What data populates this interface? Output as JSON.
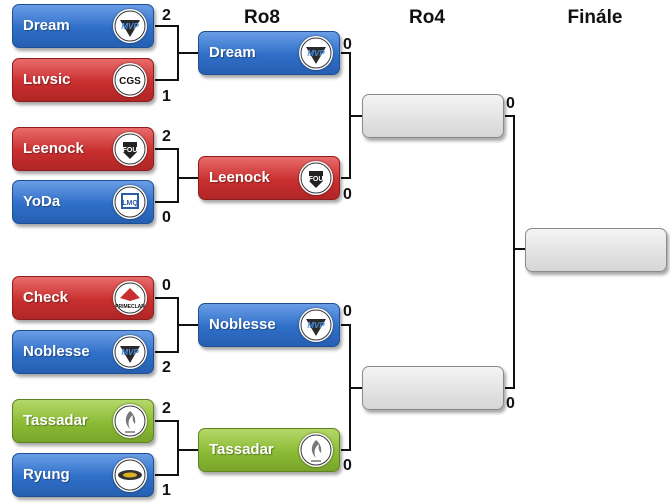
{
  "rounds": {
    "ro8": "Ro8",
    "ro4": "Ro4",
    "final": "Finále"
  },
  "ro16": [
    {
      "name": "Dream",
      "score": "2",
      "team": "MVP",
      "color": "blue"
    },
    {
      "name": "Luvsic",
      "score": "1",
      "team": "CGS",
      "color": "red"
    },
    {
      "name": "Leenock",
      "score": "2",
      "team": "FOU",
      "color": "red"
    },
    {
      "name": "YoDa",
      "score": "0",
      "team": "LMQ",
      "color": "blue"
    },
    {
      "name": "Check",
      "score": "0",
      "team": "PRIMECLAN",
      "color": "red"
    },
    {
      "name": "Noblesse",
      "score": "2",
      "team": "MVP",
      "color": "blue"
    },
    {
      "name": "Tassadar",
      "score": "2",
      "team": "STARTALE",
      "color": "green"
    },
    {
      "name": "Ryung",
      "score": "1",
      "team": "SLAYERS",
      "color": "blue"
    }
  ],
  "ro8": [
    {
      "name": "Dream",
      "score": "0",
      "team": "MVP",
      "color": "blue"
    },
    {
      "name": "Leenock",
      "score": "0",
      "team": "FOU",
      "color": "red"
    },
    {
      "name": "Noblesse",
      "score": "0",
      "team": "MVP",
      "color": "blue"
    },
    {
      "name": "Tassadar",
      "score": "0",
      "team": "STARTALE",
      "color": "green"
    }
  ],
  "ro4": [
    {
      "name": "",
      "score": "0"
    },
    {
      "name": "",
      "score": "0"
    }
  ],
  "final": {
    "name": ""
  }
}
